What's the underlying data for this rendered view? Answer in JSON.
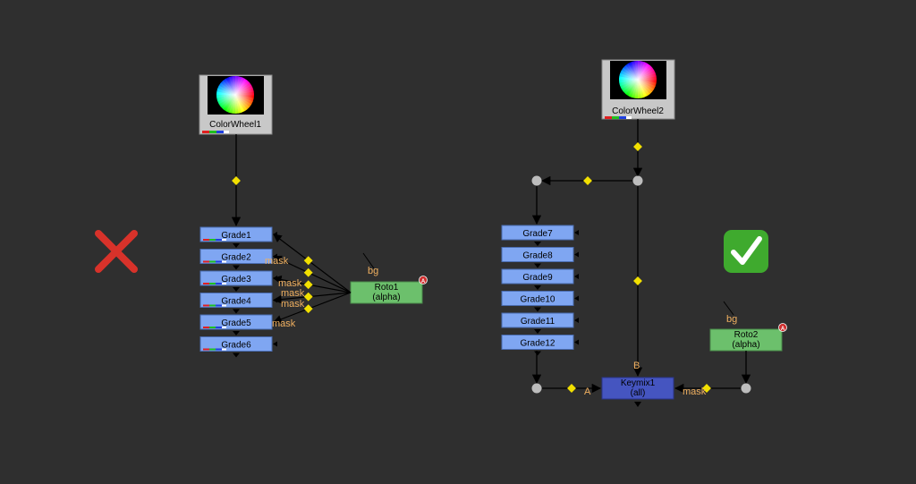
{
  "colors": {
    "background": "#2f2f2f",
    "wire": "#000000",
    "grade_node": "#7fa6f2",
    "roto_node": "#6cc06c",
    "keymix_node": "#4555c0",
    "read_node": "#c8c8c8",
    "dot": "#bdbdbd",
    "handle": "#f2e000",
    "pin_label": "#f0b060",
    "wrong_mark": "#d8322a",
    "right_mark": "#3faa2e"
  },
  "icons": {
    "wrong": "cross-mark-icon",
    "right": "check-mark-icon"
  },
  "left_graph": {
    "colorwheel": "ColorWheel1",
    "grades": [
      "Grade1",
      "Grade2",
      "Grade3",
      "Grade4",
      "Grade5",
      "Grade6"
    ],
    "roto": {
      "name": "Roto1",
      "channel": "(alpha)",
      "badge": "A"
    },
    "bg_label": "bg",
    "mask_labels": [
      "mask",
      "mask",
      "mask",
      "mask",
      "mask"
    ]
  },
  "right_graph": {
    "colorwheel": "ColorWheel2",
    "grades": [
      "Grade7",
      "Grade8",
      "Grade9",
      "Grade10",
      "Grade11",
      "Grade12"
    ],
    "keymix": {
      "name": "Keymix1",
      "channel": "(all)"
    },
    "roto": {
      "name": "Roto2",
      "channel": "(alpha)",
      "badge": "A"
    },
    "bg_label": "bg",
    "input_a": "A",
    "input_b": "B",
    "mask_label": "mask"
  }
}
